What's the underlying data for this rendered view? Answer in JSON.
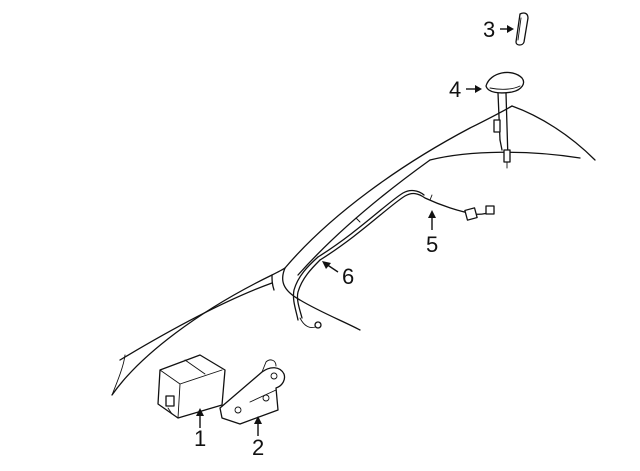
{
  "callouts": [
    {
      "id": "1",
      "label": "1"
    },
    {
      "id": "2",
      "label": "2"
    },
    {
      "id": "3",
      "label": "3"
    },
    {
      "id": "4",
      "label": "4"
    },
    {
      "id": "5",
      "label": "5"
    },
    {
      "id": "6",
      "label": "6"
    }
  ],
  "parts": [
    {
      "callout": "1",
      "icon": "control-module-icon"
    },
    {
      "callout": "2",
      "icon": "mounting-bracket-icon"
    },
    {
      "callout": "3",
      "icon": "antenna-mast-icon"
    },
    {
      "callout": "4",
      "icon": "antenna-base-icon"
    },
    {
      "callout": "5",
      "icon": "roof-cable-icon"
    },
    {
      "callout": "6",
      "icon": "pillar-cable-icon"
    }
  ]
}
